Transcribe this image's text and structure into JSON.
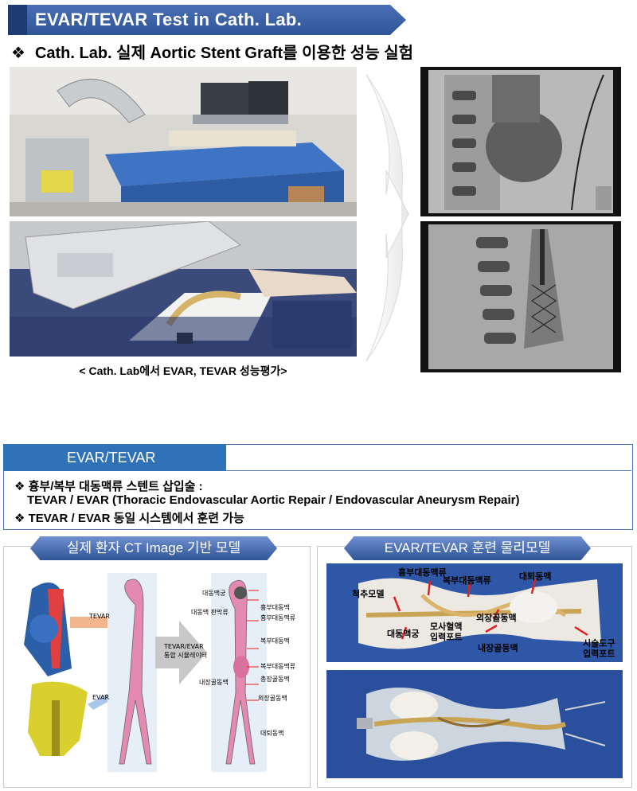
{
  "header": {
    "title": "EVAR/TEVAR Test in Cath. Lab.",
    "subtitle_bullet": "❖",
    "subtitle": "Cath. Lab. 실제 Aortic Stent Graft를 이용한 성능 실험"
  },
  "photos": {
    "caption": "< Cath. Lab에서 EVAR,  TEVAR  성능평가>"
  },
  "evar_section": {
    "heading": "EVAR/TEVAR",
    "line1": "❖ 흉부/복부 대동맥류 스텐트 삽입술 :",
    "line2": "TEVAR / EVAR (Thoracic Endovascular Aortic Repair / Endovascular Aneurysm Repair)",
    "line3": "❖ TEVAR / EVAR 동일 시스템에서 훈련 가능"
  },
  "left_panel": {
    "title": "실제 환자 CT Image 기반 모델",
    "tevar_arrow": "TEVAR",
    "evar_arrow": "EVAR",
    "sim_label_1": "TEVAR/EVAR",
    "sim_label_2": "통합 시뮬레이터",
    "anatomy_labels": [
      "대동맥궁",
      "대동맥 판막류",
      "흉부대동맥",
      "흉부대동맥류",
      "복부대동맥",
      "복부대동맥류",
      "총장골동맥",
      "내장골동맥",
      "외장골동맥",
      "대퇴동맥"
    ]
  },
  "right_panel": {
    "title": "EVAR/TEVAR 훈련 물리모델",
    "labels": {
      "thoracic_aneurysm": "흉부대동맥류",
      "abdominal_aneurysm": "복부대동맥류",
      "femoral": "대퇴동맥",
      "spine_model": "척추모델",
      "external_iliac": "외장골동맥",
      "aortic_arch": "대동맥궁",
      "simulated_blood_port_1": "모사혈액",
      "simulated_blood_port_2": "입력포트",
      "internal_iliac": "내장골동맥",
      "instrument_port_1": "시술도구",
      "instrument_port_2": "입력포트"
    }
  },
  "colors": {
    "banner": "#2f5597",
    "heading_blue": "#2f72b8",
    "red_arrow": "#e02020"
  }
}
